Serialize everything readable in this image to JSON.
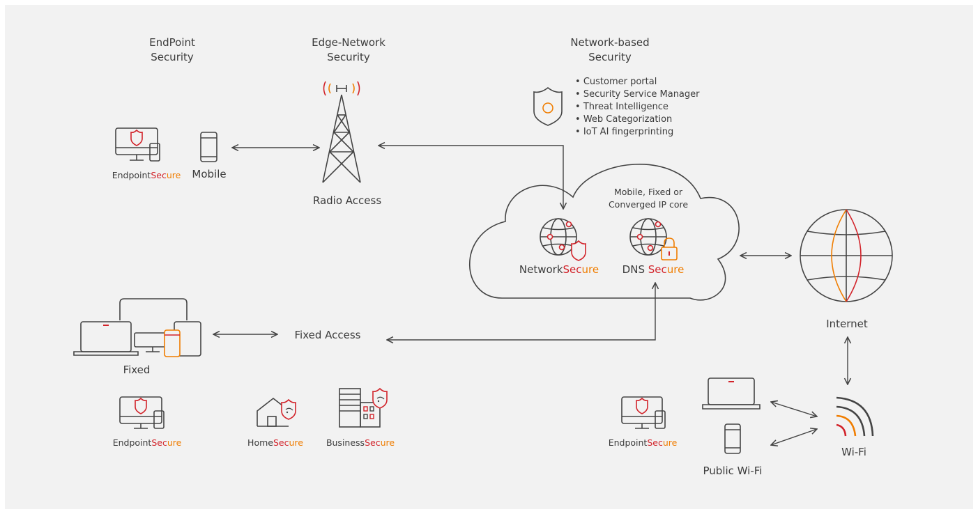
{
  "colors": {
    "secure_red": "#d2232a",
    "secure_orange": "#f07d00",
    "line": "#444444",
    "background": "#f2f2f2"
  },
  "headers": {
    "endpoint": [
      "EndPoint",
      "Security"
    ],
    "edge": [
      "Edge-Network",
      "Security"
    ],
    "network": [
      "Network-based",
      "Security"
    ]
  },
  "network_features": [
    "Customer portal",
    "Security Service Manager",
    "Threat Intelligence",
    "Web Categorization",
    "IoT AI fingerprinting"
  ],
  "labels": {
    "mobile": "Mobile",
    "radio_access": "Radio Access",
    "cloud_core": [
      "Mobile, Fixed or",
      "Converged IP core"
    ],
    "fixed": "Fixed",
    "fixed_access": "Fixed Access",
    "internet": "Internet",
    "public_wifi": "Public Wi-Fi",
    "wifi": "Wi-Fi"
  },
  "products": {
    "endpoint_secure": {
      "base": "Endpoint",
      "sec": "Sec",
      "ure": "ure"
    },
    "network_secure": {
      "base": "Network",
      "sec": "Sec",
      "ure": "ure"
    },
    "dns_secure": {
      "base": "DNS ",
      "sec": "Sec",
      "ure": "ure"
    },
    "home_secure": {
      "base": "Home",
      "sec": "Sec",
      "ure": "ure"
    },
    "business_secure": {
      "base": "Business",
      "sec": "Sec",
      "ure": "ure"
    }
  },
  "icons": [
    "shield-icon",
    "desktop-icon",
    "mobile-icon",
    "radio-tower-icon",
    "cloud-icon",
    "globe-icon",
    "lock-icon",
    "laptop-icon",
    "tablet-icon",
    "house-icon",
    "building-icon",
    "wifi-icon"
  ]
}
